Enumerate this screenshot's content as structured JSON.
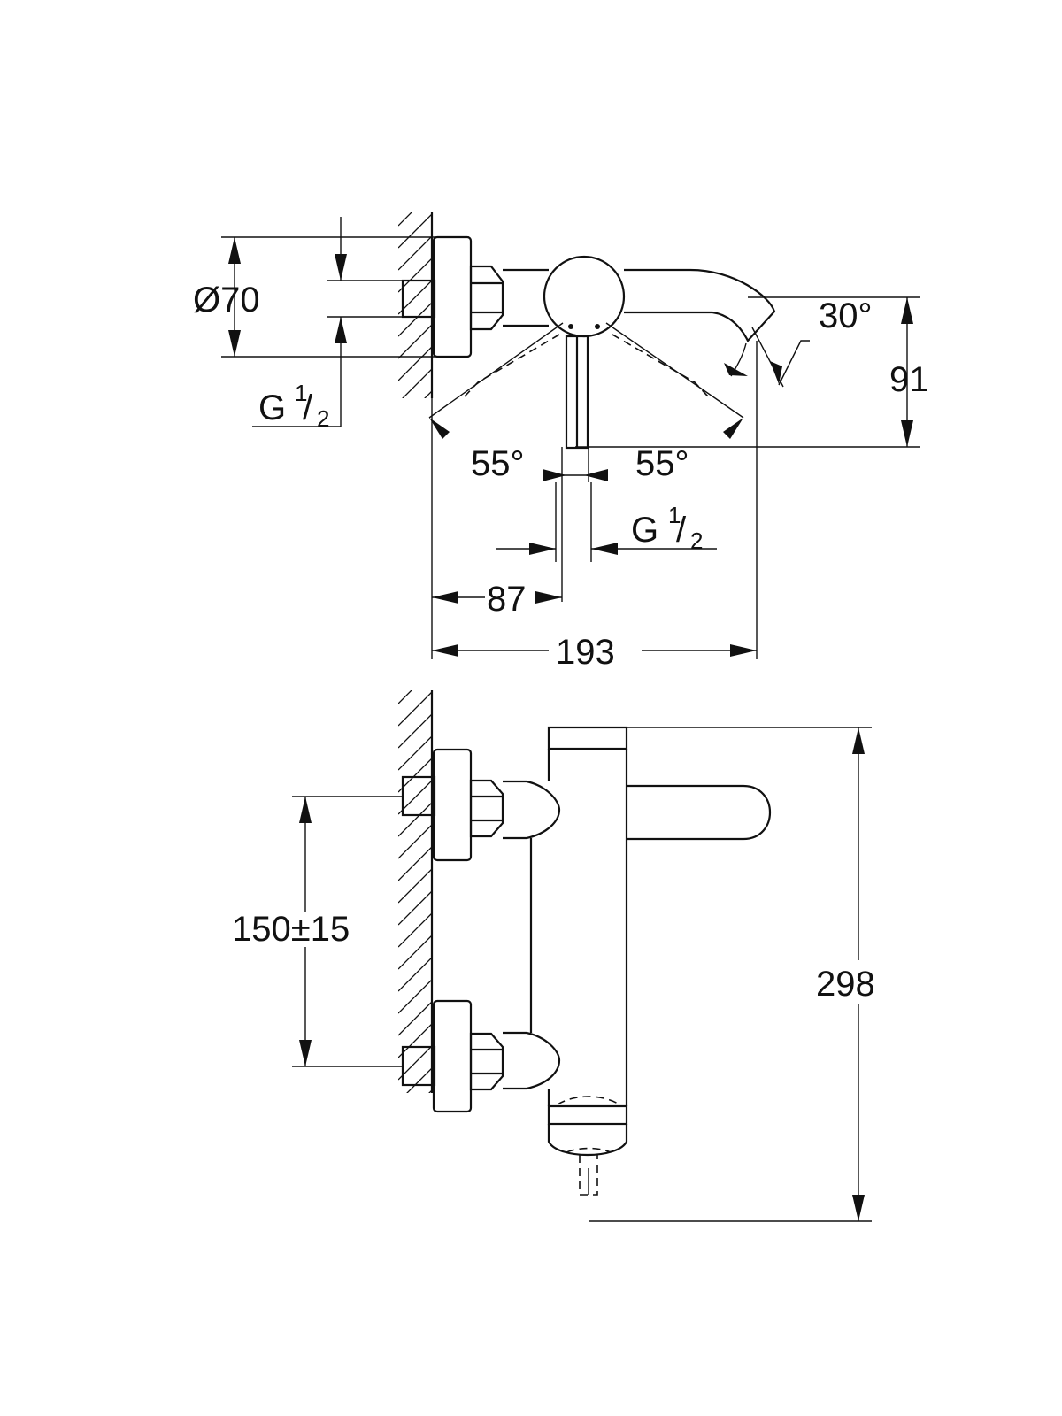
{
  "top_view": {
    "diameter_label": "Ø70",
    "thread_left": {
      "main": "G",
      "num": "1",
      "slash": "/",
      "den": "2"
    },
    "spout_angle": "30°",
    "spout_height": "91",
    "angle_left": "55°",
    "angle_right": "55°",
    "thread_outlet": {
      "main": "G",
      "num": "1",
      "slash": "/",
      "den": "2"
    },
    "outlet_offset": "87",
    "total_projection": "193"
  },
  "side_view": {
    "centers": "150±15",
    "total_height": "298"
  }
}
